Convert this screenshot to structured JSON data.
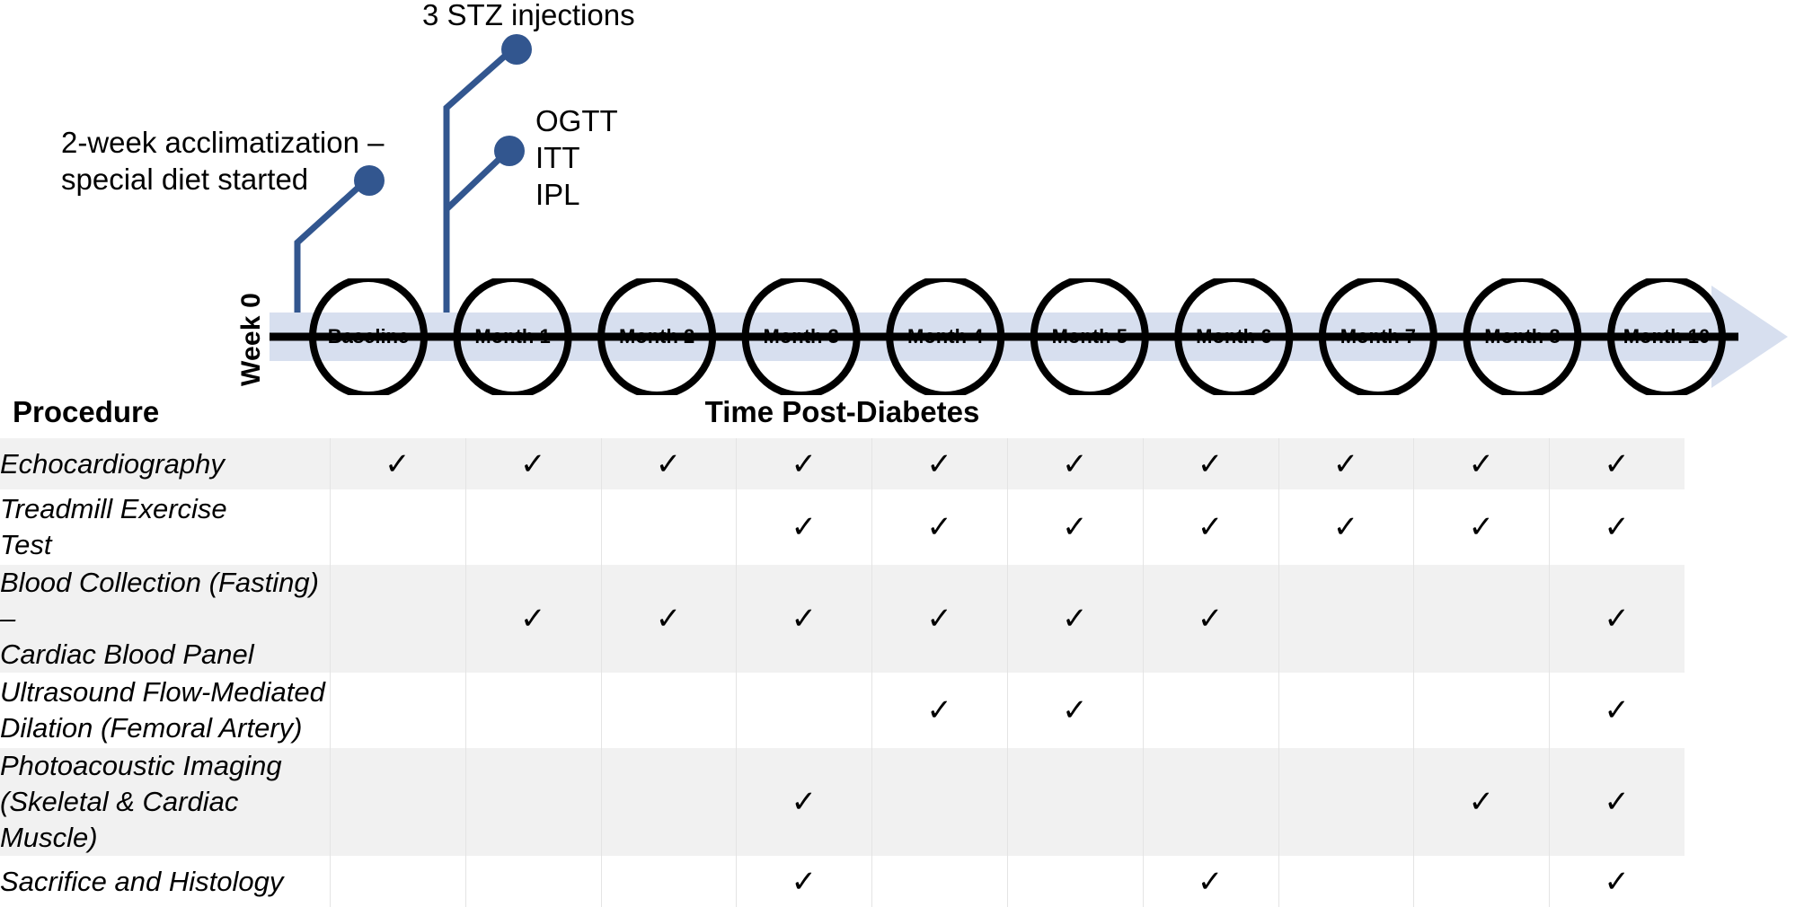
{
  "annotations": {
    "stz": "3 STZ injections",
    "acclimatization": "2-week acclimatization –\nspecial diet started",
    "tests": "OGTT\nITT\nIPL"
  },
  "axis": {
    "week_label": "Week 0"
  },
  "timeline": {
    "nodes": [
      "Baseline",
      "Month 1",
      "Month 2",
      "Month 3",
      "Month 4",
      "Month 5",
      "Month 6",
      "Month 7",
      "Month 8",
      "Month 10"
    ]
  },
  "table": {
    "procedure_header": "Procedure",
    "time_header": "Time Post-Diabetes",
    "check_glyph": "✓",
    "rows": [
      {
        "procedure": "Echocardiography",
        "checks": [
          true,
          true,
          true,
          true,
          true,
          true,
          true,
          true,
          true,
          true
        ]
      },
      {
        "procedure": "Treadmill Exercise\nTest",
        "checks": [
          false,
          false,
          false,
          true,
          true,
          true,
          true,
          true,
          true,
          true
        ]
      },
      {
        "procedure": "Blood Collection (Fasting) –\nCardiac Blood Panel",
        "checks": [
          false,
          true,
          true,
          true,
          true,
          true,
          true,
          false,
          false,
          true
        ]
      },
      {
        "procedure": "Ultrasound Flow-Mediated\nDilation (Femoral Artery)",
        "checks": [
          false,
          false,
          false,
          false,
          true,
          true,
          false,
          false,
          false,
          true
        ]
      },
      {
        "procedure": "Photoacoustic Imaging\n(Skeletal & Cardiac Muscle)",
        "checks": [
          false,
          false,
          false,
          true,
          false,
          false,
          false,
          false,
          true,
          true
        ]
      },
      {
        "procedure": "Sacrifice and Histology",
        "checks": [
          false,
          false,
          false,
          true,
          false,
          false,
          true,
          false,
          false,
          true
        ]
      }
    ]
  },
  "colors": {
    "leader_blue": "#32568F",
    "band_blue": "#D7DFEF",
    "row_band": "#F1F1F1",
    "node_stroke": "#000000"
  }
}
